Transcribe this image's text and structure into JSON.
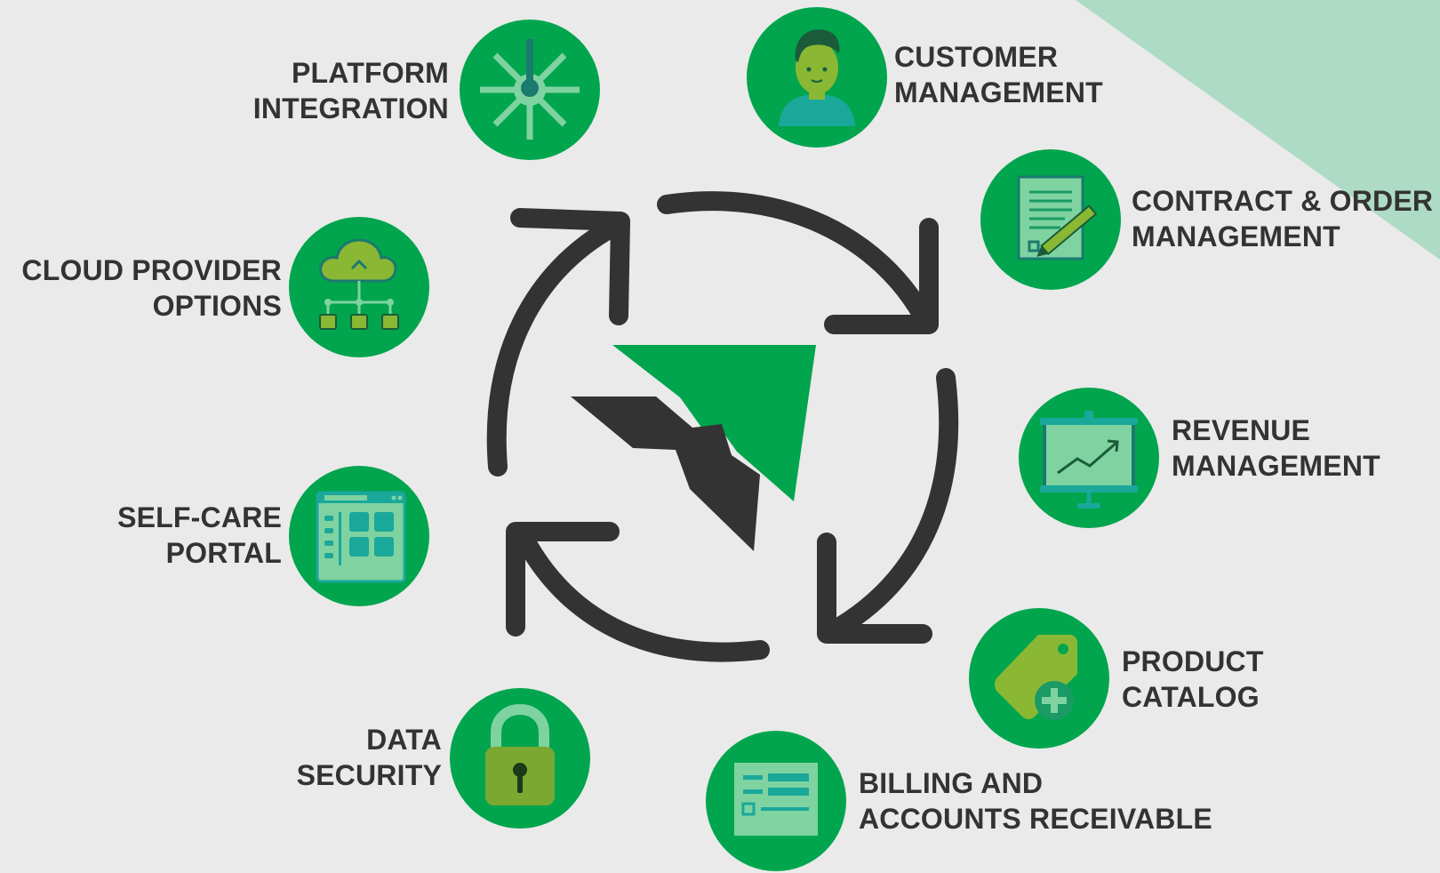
{
  "colors": {
    "background": "#eaeaea",
    "circle_green": "#00a54d",
    "corner_green": "#aedbc5",
    "arrow_dark": "#333333",
    "text_dark": "#333333",
    "icon_light_green": "#7fd3a1",
    "icon_olive": "#8ab834",
    "icon_teal": "#1aa89a"
  },
  "features": [
    {
      "id": "platform-integration",
      "icon": "network-hub-icon",
      "lines": [
        "PLATFORM",
        "INTEGRATION"
      ]
    },
    {
      "id": "customer-management",
      "icon": "person-icon",
      "lines": [
        "CUSTOMER",
        "MANAGEMENT"
      ]
    },
    {
      "id": "contract-order-management",
      "icon": "contract-pen-icon",
      "lines": [
        "CONTRACT & ORDER",
        "MANAGEMENT"
      ]
    },
    {
      "id": "revenue-management",
      "icon": "presentation-chart-icon",
      "lines": [
        "REVENUE",
        "MANAGEMENT"
      ]
    },
    {
      "id": "product-catalog",
      "icon": "price-tag-plus-icon",
      "lines": [
        "PRODUCT",
        "CATALOG"
      ]
    },
    {
      "id": "billing-accounts-receivable",
      "icon": "invoice-form-icon",
      "lines": [
        "BILLING AND",
        "ACCOUNTS RECEIVABLE"
      ]
    },
    {
      "id": "data-security",
      "icon": "padlock-icon",
      "lines": [
        "DATA",
        "SECURITY"
      ]
    },
    {
      "id": "self-care-portal",
      "icon": "browser-window-icon",
      "lines": [
        "SELF-CARE",
        "PORTAL"
      ]
    },
    {
      "id": "cloud-provider-options",
      "icon": "cloud-network-icon",
      "lines": [
        "CLOUD PROVIDER",
        "OPTIONS"
      ]
    }
  ],
  "center": {
    "icon": "cycle-arrows-icon",
    "logo": "brand-logo-icon"
  }
}
